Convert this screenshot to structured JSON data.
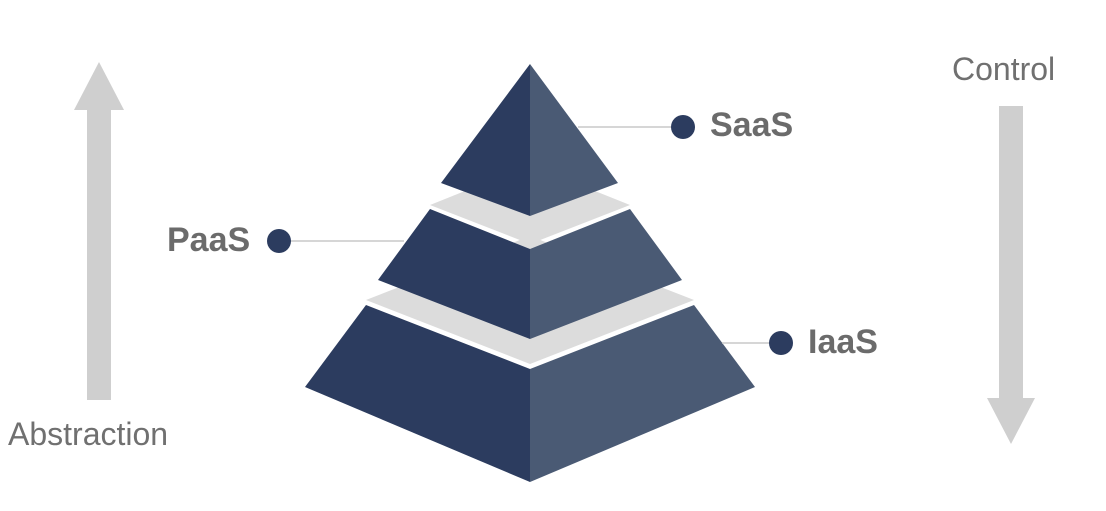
{
  "colors": {
    "face_dark": "#2c3c5f",
    "face_light": "#4a5a74",
    "band": "#dcdcdc",
    "arrow": "#cfcfcf",
    "dot": "#2c3c5f",
    "leader_line": "#c8c8c8",
    "label_text": "#6b6b6b"
  },
  "abstraction": {
    "label": "Abstraction",
    "icon": "arrow-up-icon"
  },
  "control": {
    "label": "Control",
    "icon": "arrow-down-icon"
  },
  "tiers": [
    {
      "key": "saas",
      "label": "SaaS"
    },
    {
      "key": "paas",
      "label": "PaaS"
    },
    {
      "key": "iaas",
      "label": "IaaS"
    }
  ]
}
